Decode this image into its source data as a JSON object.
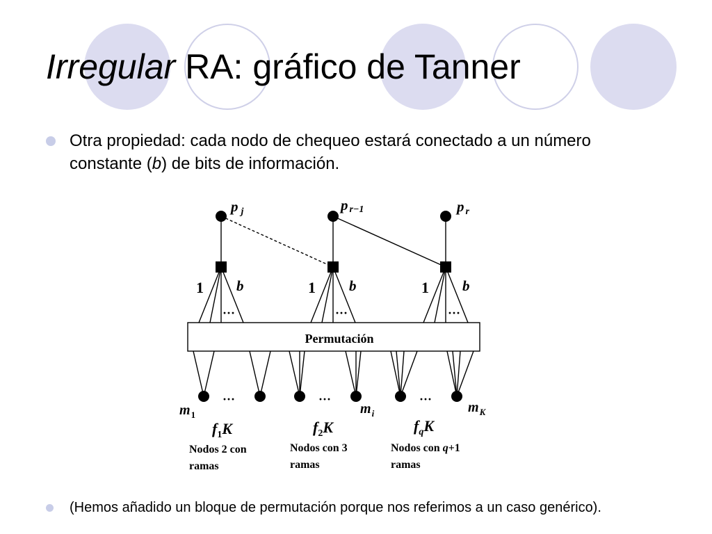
{
  "slide": {
    "title_italic": "Irregular",
    "title_rest": " RA: gráfico de Tanner",
    "bullet1": {
      "pre": " Otra propiedad: cada nodo de chequeo estará conectado a un número constante (",
      "var": "b",
      "post": ") de bits de información."
    },
    "bullet2": "(Hemos añadido un bloque de permutación porque nos referimos a un caso genérico)."
  },
  "colors": {
    "deco_circle_fill": "#dcdcf0",
    "deco_circle_ring": "#cfd0e8",
    "bullet": "#c8cde8",
    "diagram_ink": "#000000"
  },
  "diagram": {
    "parity_labels": [
      {
        "base": "p",
        "sub": "j"
      },
      {
        "base": "p",
        "sub": "r−1"
      },
      {
        "base": "p",
        "sub": "r"
      }
    ],
    "edge_label_one": "1",
    "edge_label_b": "b",
    "ellipsis": "···",
    "permutation_label": "Permutación",
    "message_labels": [
      {
        "base": "m",
        "sub": "1"
      },
      {
        "base": "m",
        "sub": "i"
      },
      {
        "base": "m",
        "sub": "K"
      }
    ],
    "groups": [
      {
        "frac_base": "f",
        "frac_sub": "1",
        "frac_tail": "K",
        "line1": "Nodos 2 con",
        "line2": "ramas"
      },
      {
        "frac_base": "f",
        "frac_sub": "2",
        "frac_tail": "K",
        "line1": "Nodos con 3",
        "line2": "ramas"
      },
      {
        "frac_base": "f",
        "frac_sub": "q",
        "frac_tail": "K",
        "line1_pre": "Nodos con ",
        "line1_var": "q",
        "line1_post": "+1",
        "line2": "ramas"
      }
    ]
  }
}
